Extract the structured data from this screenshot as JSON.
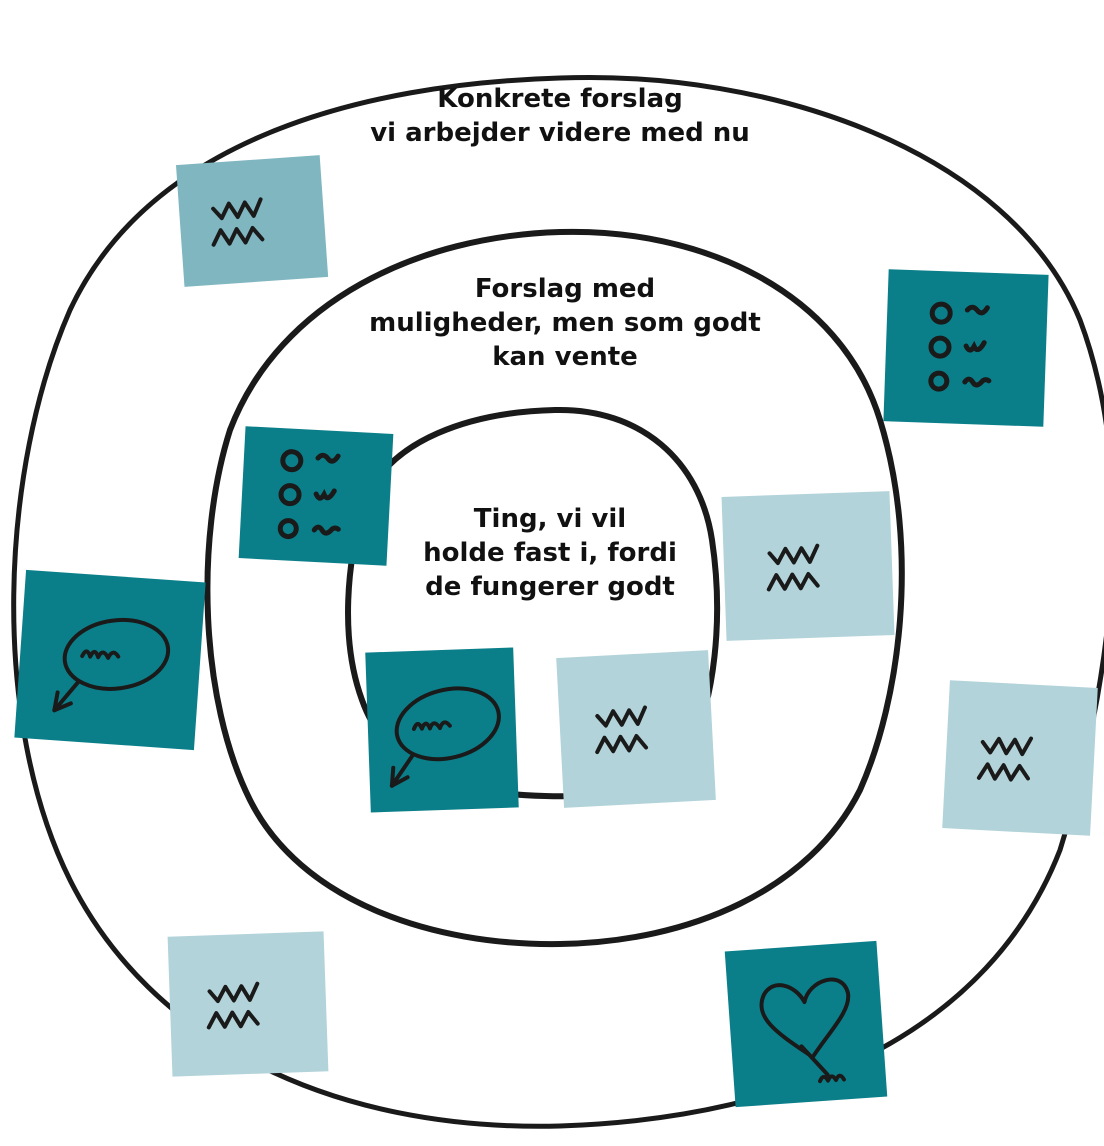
{
  "rings": [
    {
      "id": "outer",
      "label": "Konkrete forslag\nvi arbejder videre med nu"
    },
    {
      "id": "middle",
      "label": "Forslag med\nmuligheder, men som godt\nkan vente"
    },
    {
      "id": "inner",
      "label": "Ting, vi vil\nholde fast i, fordi\nde fungerer godt"
    }
  ],
  "colors": {
    "note_dark": "#0b7f89",
    "note_mid": "#7fb6c0",
    "note_light": "#b2d3d9",
    "stroke": "#1a1a1a"
  },
  "notes": [
    {
      "id": "note-outer-top-left",
      "color": "mid",
      "icon": "scribble-lines-icon"
    },
    {
      "id": "note-outer-top-right",
      "color": "dark",
      "icon": "checklist-icon"
    },
    {
      "id": "note-outer-left",
      "color": "dark",
      "icon": "idea-bubble-icon"
    },
    {
      "id": "note-outer-right",
      "color": "light",
      "icon": "scribble-lines-icon"
    },
    {
      "id": "note-outer-bottom-left",
      "color": "light",
      "icon": "scribble-lines-icon"
    },
    {
      "id": "note-outer-bottom-right",
      "color": "dark",
      "icon": "heart-icon"
    },
    {
      "id": "note-middle-left",
      "color": "dark",
      "icon": "checklist-icon"
    },
    {
      "id": "note-middle-right",
      "color": "light",
      "icon": "scribble-lines-icon"
    },
    {
      "id": "note-inner-bottom-left",
      "color": "dark",
      "icon": "idea-bubble-icon"
    },
    {
      "id": "note-inner-bottom-right",
      "color": "light",
      "icon": "scribble-lines-icon"
    }
  ]
}
